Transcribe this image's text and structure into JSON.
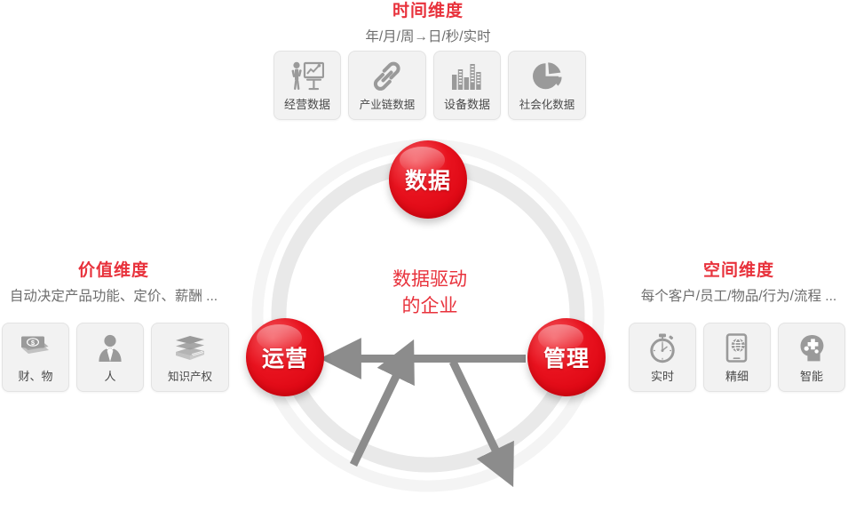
{
  "dimensions": {
    "top": {
      "title": "时间维度",
      "subtitle": "年/月/周→日/秒/实时",
      "cards": [
        {
          "label": "经营数据",
          "icon": "presentation-chart-icon"
        },
        {
          "label": "产业链数据",
          "icon": "chain-link-icon"
        },
        {
          "label": "设备数据",
          "icon": "bar-chart-building-icon"
        },
        {
          "label": "社会化数据",
          "icon": "pie-chart-icon"
        }
      ]
    },
    "left": {
      "title": "价值维度",
      "subtitle": "自动决定产品功能、定价、薪酬 ...",
      "cards": [
        {
          "label": "财、物",
          "icon": "money-banknotes-icon"
        },
        {
          "label": "人",
          "icon": "person-icon"
        },
        {
          "label": "知识产权",
          "icon": "books-icon"
        }
      ]
    },
    "right": {
      "title": "空间维度",
      "subtitle": "每个客户/员工/物品/行为/流程 ...",
      "cards": [
        {
          "label": "实时",
          "icon": "stopwatch-icon"
        },
        {
          "label": "精细",
          "icon": "tablet-globe-icon"
        },
        {
          "label": "智能",
          "icon": "brain-head-icon"
        }
      ]
    }
  },
  "wheel": {
    "center_caption_line1": "数据驱动",
    "center_caption_line2": "的企业",
    "nodes": [
      {
        "id": "data",
        "label": "数据"
      },
      {
        "id": "operations",
        "label": "运营"
      },
      {
        "id": "management",
        "label": "管理"
      }
    ],
    "flows": [
      {
        "from": "运营",
        "to": "数据"
      },
      {
        "from": "数据",
        "to": "管理"
      },
      {
        "from": "管理",
        "to": "运营"
      }
    ]
  },
  "colors": {
    "accent_red": "#e8323c",
    "node_red": "#e8121e",
    "ring_outer": "#f4f4f4",
    "ring_inner": "#e9e9e9",
    "arrow_gray": "#8c8c8c",
    "icon_gray": "#9a9a9a",
    "card_bg": "#f2f2f2"
  }
}
